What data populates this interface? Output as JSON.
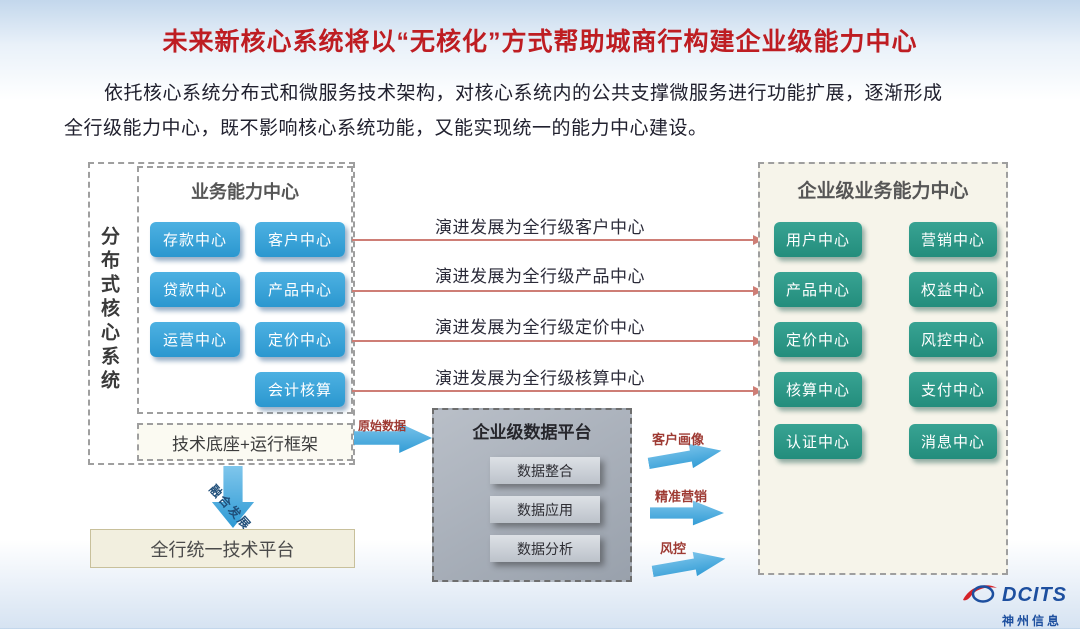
{
  "slide": {
    "title": "未来新核心系统将以“无核化”方式帮助城商行构建企业级能力中心",
    "intro_line1": "依托核心系统分布式和微服务技术架构，对核心系统内的公共支撑微服务进行功能扩展，逐渐形成",
    "intro_line2": "全行级能力中心，既不影响核心系统功能，又能实现统一的能力中心建设。"
  },
  "distributed_core": {
    "vertical_label": "分布式核心系统",
    "business_center": {
      "title": "业务能力中心",
      "nodes": [
        "存款中心",
        "客户中心",
        "贷款中心",
        "产品中心",
        "运营中心",
        "定价中心",
        "会计核算"
      ]
    },
    "tech_base": "技术底座+运行框架",
    "fusion_arrow_label": "融合发展",
    "unified_platform": "全行统一技术平台"
  },
  "evolution": {
    "labels": [
      "演进发展为全行级客户中心",
      "演进发展为全行级产品中心",
      "演进发展为全行级定价中心",
      "演进发展为全行级核算中心"
    ]
  },
  "data_platform": {
    "input_label": "原始数据",
    "title": "企业级数据平台",
    "modules": [
      "数据整合",
      "数据应用",
      "数据分析"
    ],
    "outputs": [
      "客户画像",
      "精准营销",
      "风控"
    ]
  },
  "enterprise_center": {
    "title": "企业级业务能力中心",
    "nodes": [
      "用户中心",
      "营销中心",
      "产品中心",
      "权益中心",
      "定价中心",
      "风控中心",
      "核算中心",
      "支付中心",
      "认证中心",
      "消息中心"
    ]
  },
  "footer": {
    "logo_text": "DCITS",
    "logo_company": "神州信息"
  },
  "colors": {
    "title_red": "#BE1D22",
    "blue_node": "#2B97CF",
    "green_node": "#238D7C",
    "block_arrow_blue": "#2E9AD4",
    "evolution_arrow": "#CE7E76",
    "platform_box_bg": "#F2EFDF"
  }
}
